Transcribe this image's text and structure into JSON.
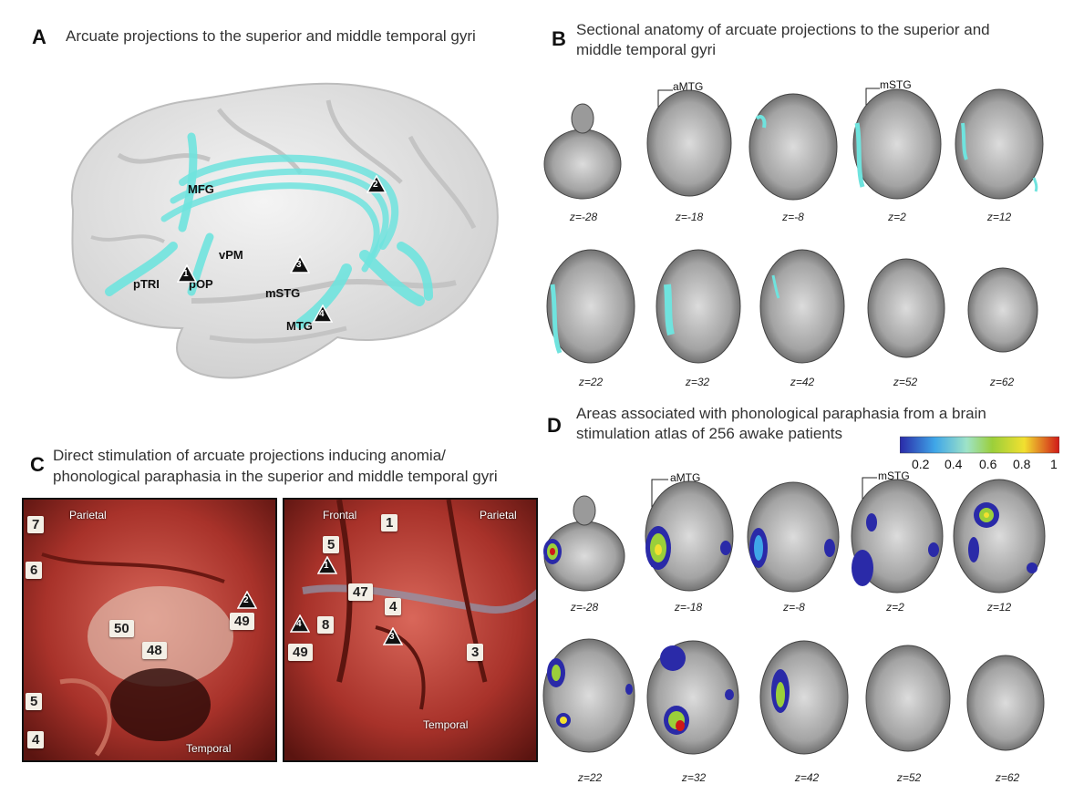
{
  "panel_a": {
    "letter": "A",
    "title": "Arcuate projections to the superior and middle temporal gyri",
    "labels": [
      "MFG",
      "vPM",
      "pTRI",
      "pOP",
      "mSTG",
      "MTG"
    ],
    "markers": [
      "1",
      "2",
      "3",
      "4"
    ]
  },
  "panel_b": {
    "letter": "B",
    "title_line1": "Sectional anatomy of arcuate projections to the superior and",
    "title_line2": "middle temporal gyri",
    "callouts": [
      "aMTG",
      "mSTG"
    ],
    "row1_z": [
      "z=-28",
      "z=-18",
      "z=-8",
      "z=2",
      "z=12"
    ],
    "row2_z": [
      "z=22",
      "z=32",
      "z=42",
      "z=52",
      "z=62"
    ]
  },
  "panel_c": {
    "letter": "C",
    "title_line1": "Direct stimulation of arcuate projections inducing anomia/",
    "title_line2": "phonological paraphasia in the superior and middle temporal gyri",
    "photo1": {
      "labels": [
        "Parietal",
        "Temporal"
      ],
      "tags": [
        "7",
        "6",
        "49",
        "50",
        "48",
        "5",
        "4"
      ],
      "markers": [
        "2"
      ]
    },
    "photo2": {
      "labels": [
        "Frontal",
        "Parietal",
        "Temporal"
      ],
      "tags": [
        "1",
        "5",
        "47",
        "4",
        "8",
        "49",
        "3"
      ],
      "markers": [
        "1",
        "4",
        "3"
      ]
    }
  },
  "panel_d": {
    "letter": "D",
    "title_line1": "Areas associated with phonological paraphasia from a brain",
    "title_line2": "stimulation atlas of 256 awake patients",
    "colorbar_ticks": [
      "0.2",
      "0.4",
      "0.6",
      "0.8",
      "1"
    ],
    "callouts": [
      "aMTG",
      "mSTG"
    ],
    "row1_z": [
      "z=-28",
      "z=-18",
      "z=-8",
      "z=2",
      "z=12"
    ],
    "row2_z": [
      "z=22",
      "z=32",
      "z=42",
      "z=52",
      "z=62"
    ]
  },
  "colors": {
    "tract": "#6fe3de",
    "cortex": "#e8e8e8",
    "slice_gray": "#8a8a8a",
    "surgery_red": "#a8322a"
  }
}
